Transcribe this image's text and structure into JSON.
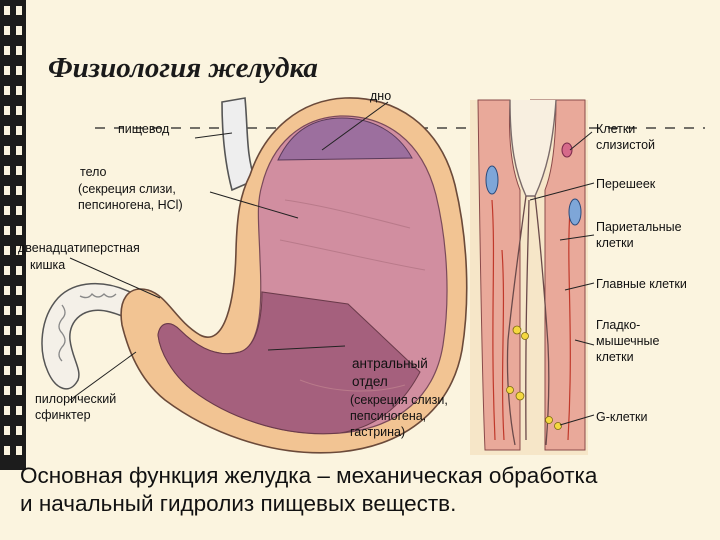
{
  "title": "Физиология желудка",
  "labels": {
    "fundus": "дно",
    "esophagus": "пищевод",
    "body": "тело",
    "body_secretion_1": "(секреция слизи,",
    "body_secretion_2": "пепсиногена, HCl)",
    "duodenum_1": "двенадцатиперстная",
    "duodenum_2": "кишка",
    "pyloric_1": "пилорический",
    "pyloric_2": "сфинктер",
    "antral_1": "антральный",
    "antral_2": "отдел",
    "antral_secretion_1": "(секреция слизи,",
    "antral_secretion_2": "пепсиногена,",
    "antral_secretion_3": "гастрина)",
    "mucous_cells_1": "Клетки",
    "mucous_cells_2": "слизистой",
    "isthmus": "Перешеек",
    "parietal_1": "Париетальные",
    "parietal_2": "клетки",
    "chief": "Главные клетки",
    "smooth_muscle_1": "Гладко-",
    "smooth_muscle_2": "мышечные",
    "smooth_muscle_3": "клетки",
    "g_cells": "G-клетки"
  },
  "conclusion": {
    "line1": "Основная функция желудка – механическая обработка",
    "line2": "и начальный гидролиз пищевых веществ."
  },
  "colors": {
    "background": "#fbf4df",
    "stomach_wall": "#f2c493",
    "mucosa": "#d18ea0",
    "fundus_region": "#9c6f9e",
    "antrum_region": "#a5607d",
    "gland_tissue": "#e9a99a",
    "filmstrip": "#1c1c1c"
  }
}
